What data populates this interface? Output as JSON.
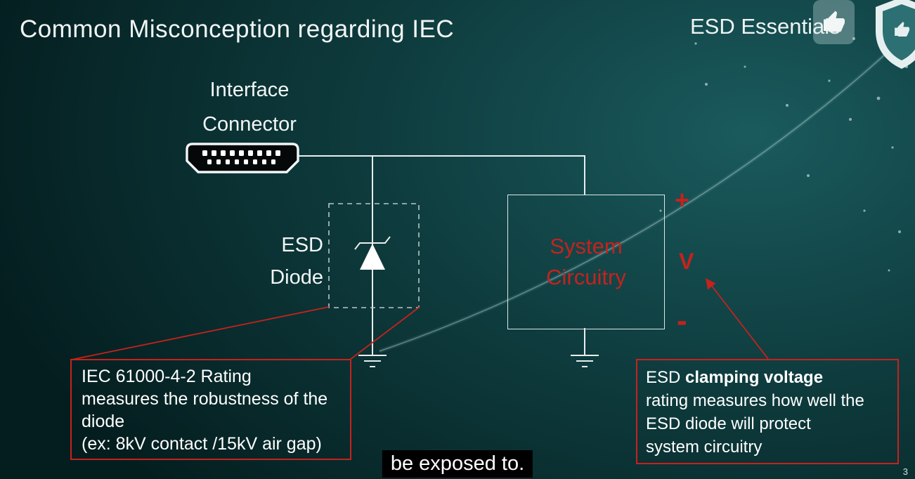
{
  "header": {
    "title": "Common Misconception regarding IEC",
    "brand": "ESD Essentials"
  },
  "overlay_icons": {
    "thumbs_up": "thumbs-up-icon",
    "shield": "shield-logo-icon"
  },
  "diagram": {
    "interface_connector_label": [
      "Interface",
      "Connector"
    ],
    "esd_diode_label": [
      "ESD",
      "Diode"
    ],
    "system_circuitry_label": [
      "System",
      "Circuitry"
    ],
    "terminals": {
      "plus": "+",
      "volt": "V",
      "minus": "-"
    }
  },
  "callouts": {
    "left": {
      "lines": [
        "IEC 61000-4-2 Rating",
        "measures the robustness of the",
        "diode",
        "(ex: 8kV contact /15kV air gap)"
      ]
    },
    "right": {
      "prefix": "ESD ",
      "bold": "clamping voltage",
      "lines": [
        "rating measures how well the",
        "ESD diode will protect",
        "system circuitry"
      ]
    }
  },
  "caption": "be exposed to.",
  "page_number": "3",
  "colors": {
    "accent_red": "#c6221d",
    "bg_dark": "#041d1e",
    "bg_mid": "#0e3b3d",
    "bg_light": "#1a5a5d",
    "wire": "#e8eeee",
    "text": "#f2f6f6"
  }
}
